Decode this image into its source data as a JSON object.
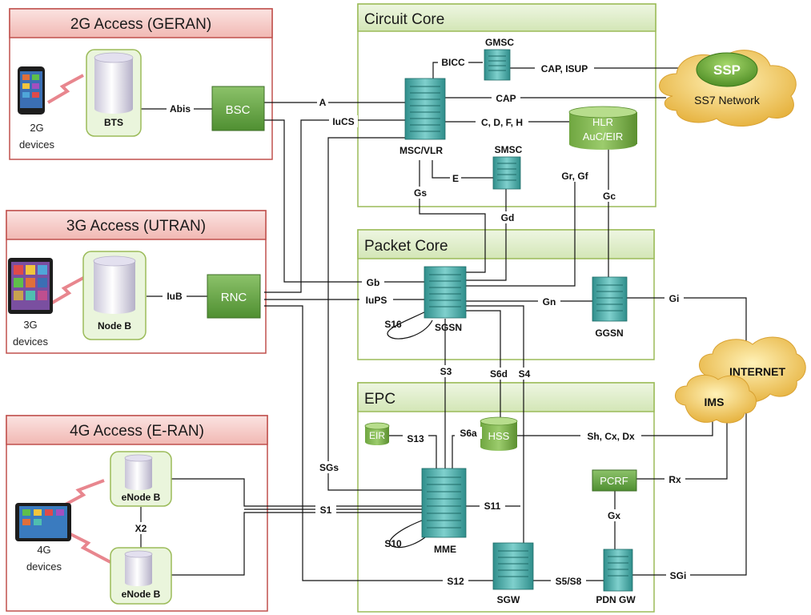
{
  "regions": {
    "geran": "2G Access (GERAN)",
    "utran": "3G Access (UTRAN)",
    "eran": "4G Access (E-RAN)",
    "circuit_core": "Circuit Core",
    "packet_core": "Packet Core",
    "epc": "EPC"
  },
  "devices": {
    "d2g": [
      "2G",
      "devices"
    ],
    "d3g": [
      "3G",
      "devices"
    ],
    "d4g": [
      "4G",
      "devices"
    ]
  },
  "nodes": {
    "bts": "BTS",
    "nodeb": "Node B",
    "enodeb_top": "eNode B",
    "enodeb_bottom": "eNode B",
    "bsc": "BSC",
    "rnc": "RNC",
    "gmsc": "GMSC",
    "msc_vlr": "MSC/VLR",
    "smsc": "SMSC",
    "hlr": [
      "HLR",
      "AuC/EIR"
    ],
    "sgsn": "SGSN",
    "ggsn": "GGSN",
    "eir": "EIR",
    "hss": "HSS",
    "mme": "MME",
    "pcrf": "PCRF",
    "sgw": "SGW",
    "pdn_gw": "PDN GW",
    "ssp": "SSP",
    "ss7": "SS7 Network",
    "internet": "INTERNET",
    "ims": "IMS"
  },
  "interfaces": {
    "abis": "Abis",
    "iub": "IuB",
    "x2": "X2",
    "a": "A",
    "iucs": "IuCS",
    "bicc": "BICC",
    "cap_isup": "CAP, ISUP",
    "cap": "CAP",
    "cdfh": "C, D, F, H",
    "e": "E",
    "gs": "Gs",
    "gd": "Gd",
    "gr_gf": "Gr, Gf",
    "gc": "Gc",
    "gb": "Gb",
    "iups": "IuPS",
    "gn": "Gn",
    "gi": "Gi",
    "s16": "S16",
    "s3": "S3",
    "s6d": "S6d",
    "s4": "S4",
    "s13": "S13",
    "s6a": "S6a",
    "sh_cx_dx": "Sh, Cx, Dx",
    "sgs": "SGs",
    "rx": "Rx",
    "s1": "S1",
    "s11": "S11",
    "gx": "Gx",
    "s10": "S10",
    "s12": "S12",
    "s5_s8": "S5/S8",
    "sgi": "SGi"
  },
  "colors": {
    "access_border": "#c0504d",
    "access_header": "#f4c7c3",
    "core_border": "#9bbb59",
    "core_header": "#dcebc4",
    "node_green": "#6aa84f",
    "server_teal": "#4fb3b0",
    "cloud": "#f0c75e"
  }
}
